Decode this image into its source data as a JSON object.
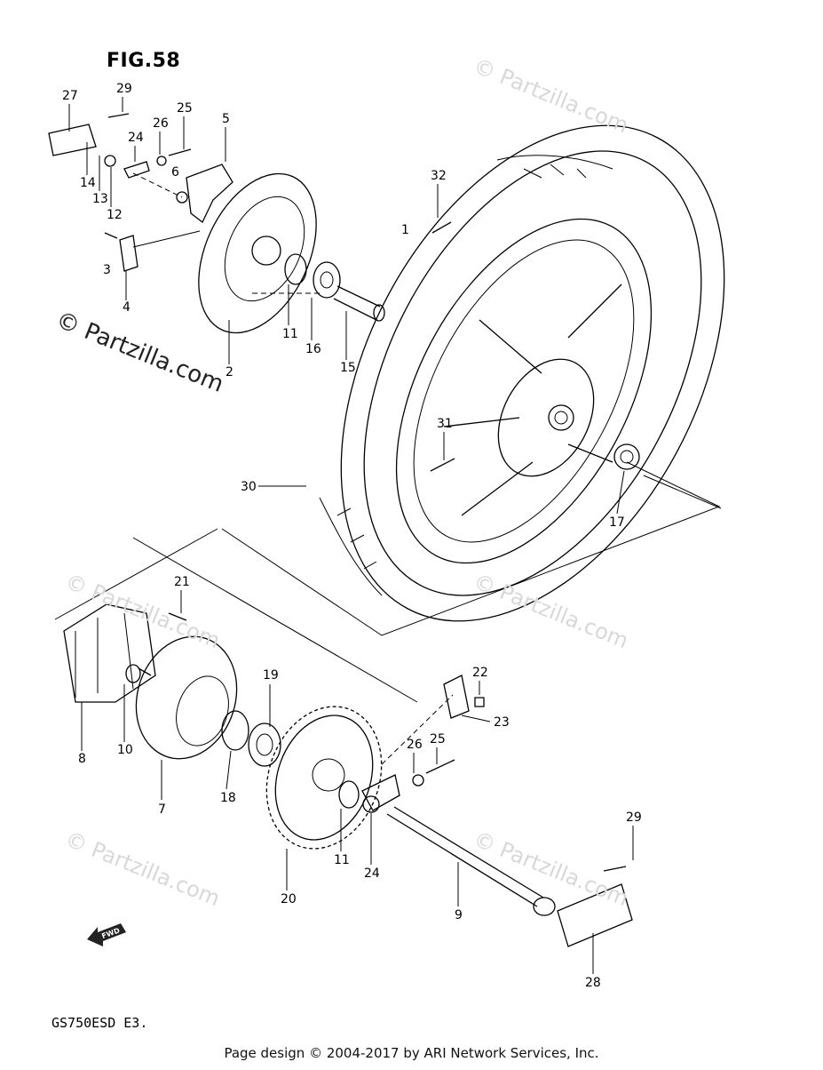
{
  "diagram": {
    "figure_title": "FIG.58",
    "model_code": "GS750ESD E3.",
    "footer": "Page design © 2004-2017 by ARI Network Services, Inc.",
    "watermark_main": "© Partzilla.com",
    "watermark_faint": "© Partzilla.com",
    "fwd_label": "FWD",
    "callouts": [
      "1",
      "2",
      "3",
      "4",
      "5",
      "6",
      "8",
      "7",
      "9",
      "10",
      "11",
      "11",
      "12",
      "13",
      "14",
      "15",
      "16",
      "17",
      "18",
      "19",
      "20",
      "21",
      "22",
      "23",
      "24",
      "24",
      "25",
      "25",
      "26",
      "26",
      "27",
      "28",
      "29",
      "29",
      "30",
      "31",
      "32"
    ]
  }
}
